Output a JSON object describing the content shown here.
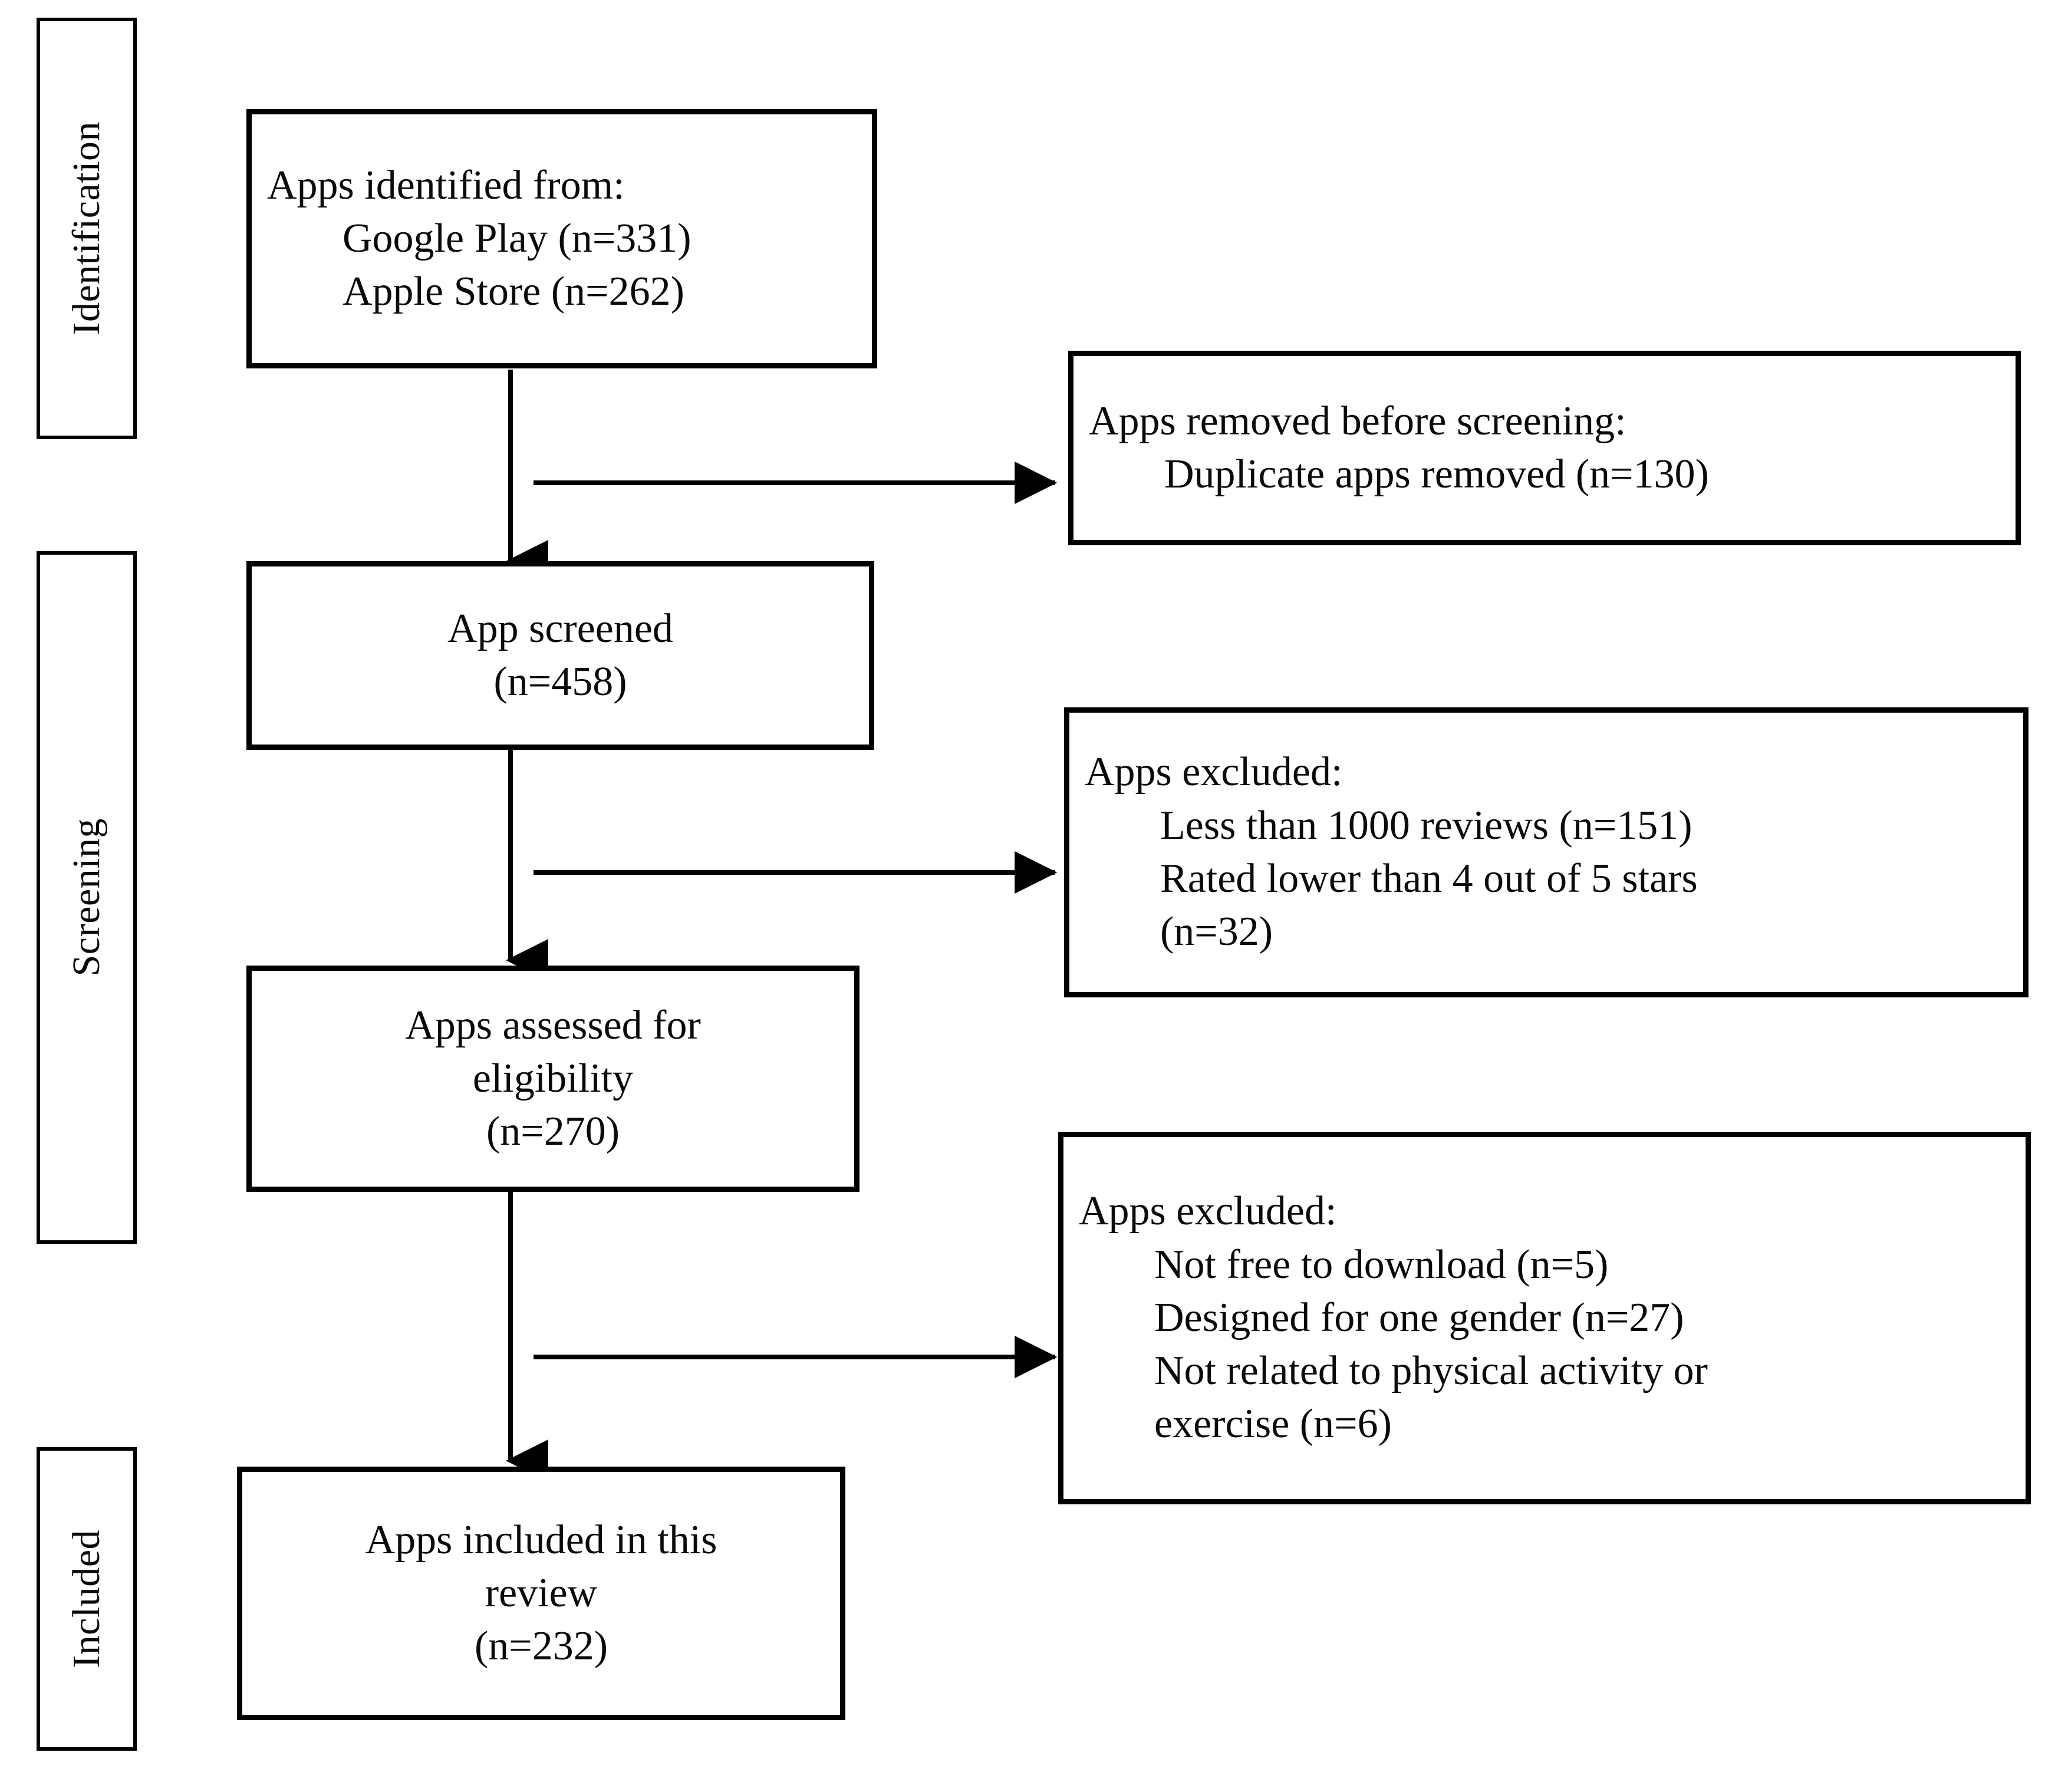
{
  "diagram": {
    "type": "prisma-flow-diagram",
    "stages": [
      {
        "id": "identification",
        "label": "Identification"
      },
      {
        "id": "screening",
        "label": "Screening"
      },
      {
        "id": "included",
        "label": "Included"
      }
    ],
    "nodes": {
      "identified": {
        "name": "apps-identified",
        "lines": [
          "Apps identified from:",
          "Google Play (n=331)",
          "Apple Store (n=262)"
        ],
        "counts": {
          "google_play": 331,
          "apple_store": 262
        }
      },
      "removed_before_screening": {
        "name": "apps-removed-before-screening",
        "lines": [
          "Apps removed before screening:",
          "Duplicate apps removed (n=130)"
        ],
        "counts": {
          "duplicates_removed": 130
        }
      },
      "screened": {
        "name": "apps-screened",
        "lines": [
          "App screened",
          "(n=458)"
        ],
        "counts": {
          "screened": 458
        }
      },
      "excluded_screening": {
        "name": "apps-excluded-screening",
        "lines": [
          "Apps excluded:",
          "Less than 1000 reviews (n=151)",
          "Rated lower than 4 out of 5 stars",
          "(n=32)"
        ],
        "counts": {
          "less_than_1000_reviews": 151,
          "rated_lower_than_4_of_5": 32
        }
      },
      "assessed": {
        "name": "apps-assessed-for-eligibility",
        "lines": [
          "Apps assessed for",
          "eligibility",
          "(n=270)"
        ],
        "counts": {
          "assessed": 270
        }
      },
      "excluded_eligibility": {
        "name": "apps-excluded-eligibility",
        "lines": [
          "Apps excluded:",
          "Not free to download (n=5)",
          "Designed for one gender (n=27)",
          "Not related to physical activity or",
          "exercise (n=6)"
        ],
        "counts": {
          "not_free": 5,
          "one_gender": 27,
          "not_physical_activity": 6
        }
      },
      "included": {
        "name": "apps-included-in-review",
        "lines": [
          "Apps included in this",
          "review",
          "(n=232)"
        ],
        "counts": {
          "included": 232
        }
      }
    },
    "colors": {
      "stroke": "#000000",
      "text": "#0a0a0a",
      "background": "#ffffff"
    }
  }
}
